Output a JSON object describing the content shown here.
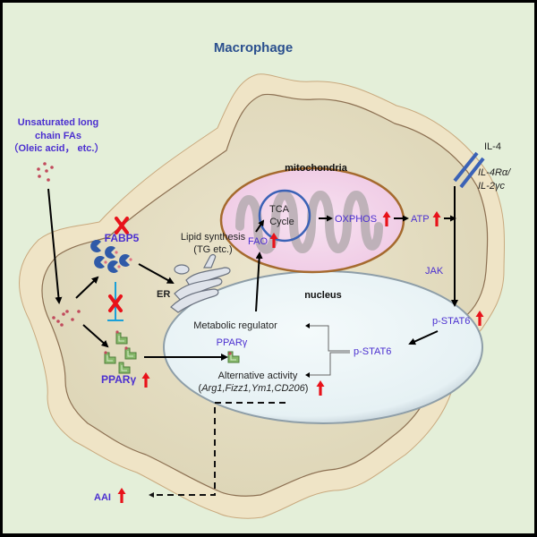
{
  "title": "Macrophage",
  "colors": {
    "background": "#e4efd9",
    "cell_fill": "#e2dcc0",
    "cell_membrane": "#f0e6cc",
    "nucleus_fill": "#eaf4f6",
    "mitochondria_fill": "#f3d3ea",
    "label_blue": "#4b2fd0",
    "title_blue": "#2a4f8e",
    "up_arrow_red": "#e8121a",
    "inhibit_cyan": "#1aa0d8",
    "receptor_blue": "#3b62b6",
    "fabp5_blue": "#2f5aa8",
    "ppar_green": "#86b86a"
  },
  "input": {
    "line1": "Unsaturated long",
    "line2": "chain FAs",
    "line3": "（Oleic acid， etc.）"
  },
  "fabp5": {
    "label": "FABP5",
    "blocked_icon": "red-x-icon"
  },
  "ppar_cytoplasm": {
    "label": "PPARγ",
    "trend": "up"
  },
  "inhibition": {
    "blocked_icon": "red-x-icon"
  },
  "er": {
    "label": "ER",
    "process_line1": "Lipid synthesis",
    "process_line2": "(TG etc.)"
  },
  "mitochondria": {
    "label": "mitochondria",
    "tca_line1": "TCA",
    "tca_line2": "Cycle",
    "fao": "FAO",
    "oxphos": "OXPHOS",
    "atp": "ATP"
  },
  "receptor": {
    "ligand": "IL-4",
    "receptor_line1": "IL-4Rα/",
    "receptor_line2": "IL-2γc"
  },
  "signaling": {
    "jak": "JAK",
    "pstat6_cytoplasm": "p-STAT6",
    "pstat6_nucleus": "p-STAT6"
  },
  "nucleus": {
    "label": "nucleus",
    "metabolic_regulator": "Metabolic regulator",
    "ppar": "PPARγ",
    "alt_activity": "Alternative activity",
    "genes_open": "(",
    "genes": "Arg1,Fizz1,Ym1,CD206",
    "genes_close": ")"
  },
  "output": {
    "label": "AAI",
    "trend": "up"
  }
}
